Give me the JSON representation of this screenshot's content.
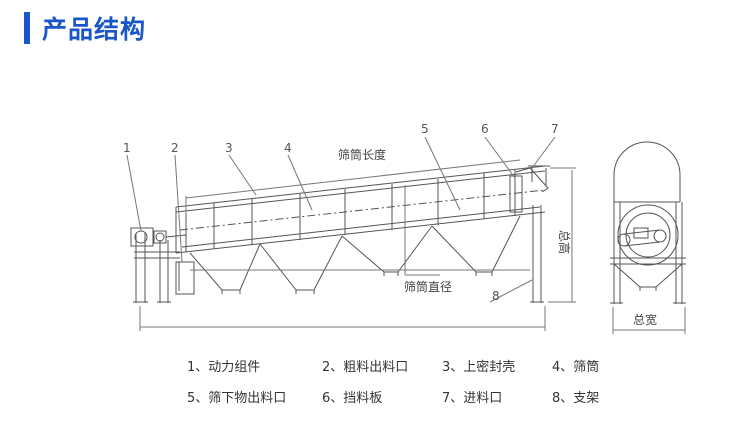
{
  "header": {
    "title": "产品结构"
  },
  "diagram": {
    "callouts": [
      "1",
      "2",
      "3",
      "4",
      "5",
      "6",
      "7",
      "8"
    ],
    "dimension_labels": {
      "screen_length": "筛筒长度",
      "screen_diameter": "筛筒直径",
      "total_height": "总高",
      "total_width": "总宽"
    }
  },
  "legend": {
    "items": [
      "1、动力组件",
      "2、粗料出料口",
      "3、上密封壳",
      "4、筛筒",
      "5、筛下物出料口",
      "6、挡料板",
      "7、进料口",
      "8、支架"
    ]
  }
}
